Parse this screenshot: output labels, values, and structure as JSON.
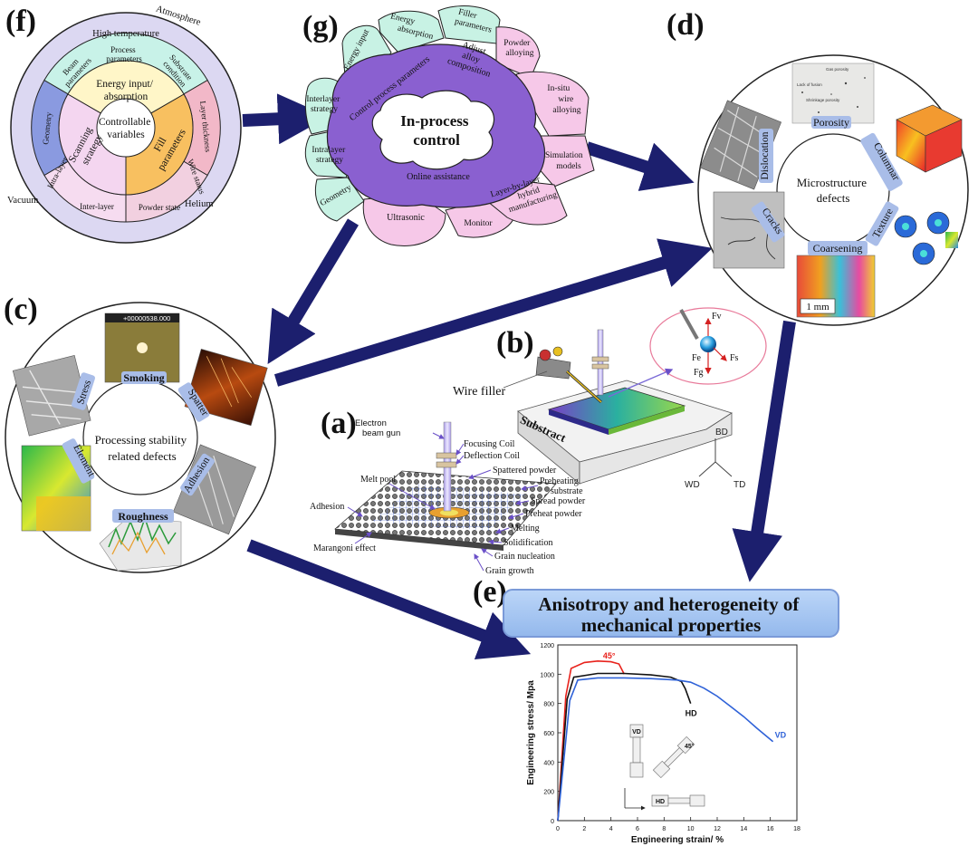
{
  "panels": {
    "a": "(a)",
    "b": "(b)",
    "c": "(c)",
    "d": "(d)",
    "e": "(e)",
    "f": "(f)",
    "g": "(g)"
  },
  "panel_f": {
    "center": [
      "Controllable",
      "variables"
    ],
    "energy": [
      "Energy input/",
      "absorption"
    ],
    "scanning": [
      "Scanning",
      "strategy"
    ],
    "fill": [
      "Fill",
      "parameters"
    ],
    "ring2": {
      "beam": [
        "Beam",
        "parameters"
      ],
      "process": [
        "Process",
        "parameters"
      ],
      "substrate": [
        "Substrate",
        "condition"
      ],
      "layer_thickness": "Layer thickness",
      "wire_status": "Wire status",
      "powder_state": "Powder state",
      "inter_layer": "Inter-layer",
      "intra_layer": "Intra-layer",
      "geometry": "Geometry"
    },
    "ring3": {
      "atmosphere": "Atmosphere",
      "high_temperature": "High temperature",
      "vacuum": "Vacuum",
      "helium": "Helium"
    }
  },
  "panel_g": {
    "center": [
      "In-process",
      "control"
    ],
    "control_process": "Control process parameters",
    "adjust_alloy": [
      "Adjust",
      "alloy",
      "composition"
    ],
    "online": "Online assistance",
    "petals": {
      "energy_input": "Energy input",
      "energy_absorption": [
        "Energy",
        "absorption"
      ],
      "filler": [
        "Filler",
        "parameters"
      ],
      "powder_alloying": [
        "Powder",
        "alloying"
      ],
      "insitu": [
        "In-situ",
        "wire",
        "alloying"
      ],
      "interlayer": [
        "Interlayer",
        "strategy"
      ],
      "intralayer": [
        "Intralayer",
        "strategy"
      ],
      "geometry": "Geometry",
      "ultrasonic": "Ultrasonic",
      "monitor": "Monitor",
      "simulation": [
        "Simulation",
        "models"
      ],
      "hybrid": [
        "Layer-by-layer",
        "hybrid",
        "manufacturing"
      ]
    }
  },
  "panel_d": {
    "center": [
      "Microstructure",
      "defects"
    ],
    "labels": {
      "porosity": "Porosity",
      "dislocation": "Dislocation",
      "columnar": "Columnar",
      "cracks": "Cracks",
      "texture": "Texture",
      "coarsening": "Coarsening"
    },
    "scale": "1 mm",
    "porosity_notes": [
      "Gas porosity",
      "Lack of fusion",
      "Shrinkage porosity"
    ]
  },
  "panel_c": {
    "center": [
      "Processing stability",
      "related defects"
    ],
    "labels": {
      "smoking": "Smoking",
      "spatter": "Spatter",
      "stress": "Stress",
      "element": "Element",
      "adhesion": "Adhesion",
      "roughness": "Roughness"
    },
    "timestamp": "+00000538.000"
  },
  "panel_b": {
    "wire_filler": "Wire filler",
    "substract": "Substract",
    "forces": {
      "fv": "Fv",
      "fe": "Fe",
      "fs": "Fs",
      "fg": "Fg"
    },
    "axes": {
      "bd": "BD",
      "wd": "WD",
      "td": "TD"
    }
  },
  "panel_a": {
    "labels": {
      "gun": [
        "Electron",
        "beam gun"
      ],
      "focusing": "Focusing Coil",
      "deflection": "Deflection Coil",
      "spattered": "Spattered powder",
      "preheat_sub": [
        "Preheating",
        "substrate"
      ],
      "spread": "Spread powder",
      "preheat_powder": "Preheat powder",
      "melt_pool": "Melt pool",
      "adhesion": "Adhesion",
      "melting": "Melting",
      "solidification": "Solidification",
      "grain_nucleation": "Grain nucleation",
      "grain_growth": "Grain growth",
      "marangoni": "Marangoni effect"
    }
  },
  "panel_e": {
    "title": [
      "Anisotropy and heterogeneity of",
      "mechanical properties"
    ],
    "specimens": {
      "vd": "VD",
      "hd": "HD",
      "deg45": "45°"
    }
  },
  "chart_data": {
    "type": "line",
    "xlabel": "Engineering strain/ %",
    "ylabel": "Engineering stress/ Mpa",
    "xlim": [
      0,
      18
    ],
    "ylim": [
      0,
      1200
    ],
    "xticks": [
      0,
      2,
      4,
      6,
      8,
      10,
      12,
      14,
      16,
      18
    ],
    "yticks": [
      0,
      200,
      400,
      600,
      800,
      1000,
      1200
    ],
    "grid": false,
    "colors": {
      "deg45": "#e8221c",
      "hd": "#111111",
      "vd": "#2f62d8"
    },
    "series": [
      {
        "name": "45°",
        "x": [
          0,
          0.6,
          1.0,
          2.0,
          3.0,
          4.0,
          4.6,
          5.0
        ],
        "y": [
          0,
          850,
          1040,
          1080,
          1090,
          1085,
          1070,
          1000
        ]
      },
      {
        "name": "HD",
        "x": [
          0,
          0.7,
          1.2,
          3,
          5,
          7,
          8.5,
          9.3,
          9.6,
          10.0
        ],
        "y": [
          0,
          830,
          980,
          1005,
          1005,
          995,
          980,
          950,
          900,
          800
        ]
      },
      {
        "name": "VD",
        "x": [
          0,
          0.9,
          1.5,
          3,
          5,
          7,
          9,
          10,
          11,
          12,
          13,
          14,
          15,
          16.2
        ],
        "y": [
          0,
          820,
          960,
          975,
          975,
          970,
          960,
          945,
          905,
          850,
          780,
          710,
          630,
          540
        ]
      }
    ]
  }
}
